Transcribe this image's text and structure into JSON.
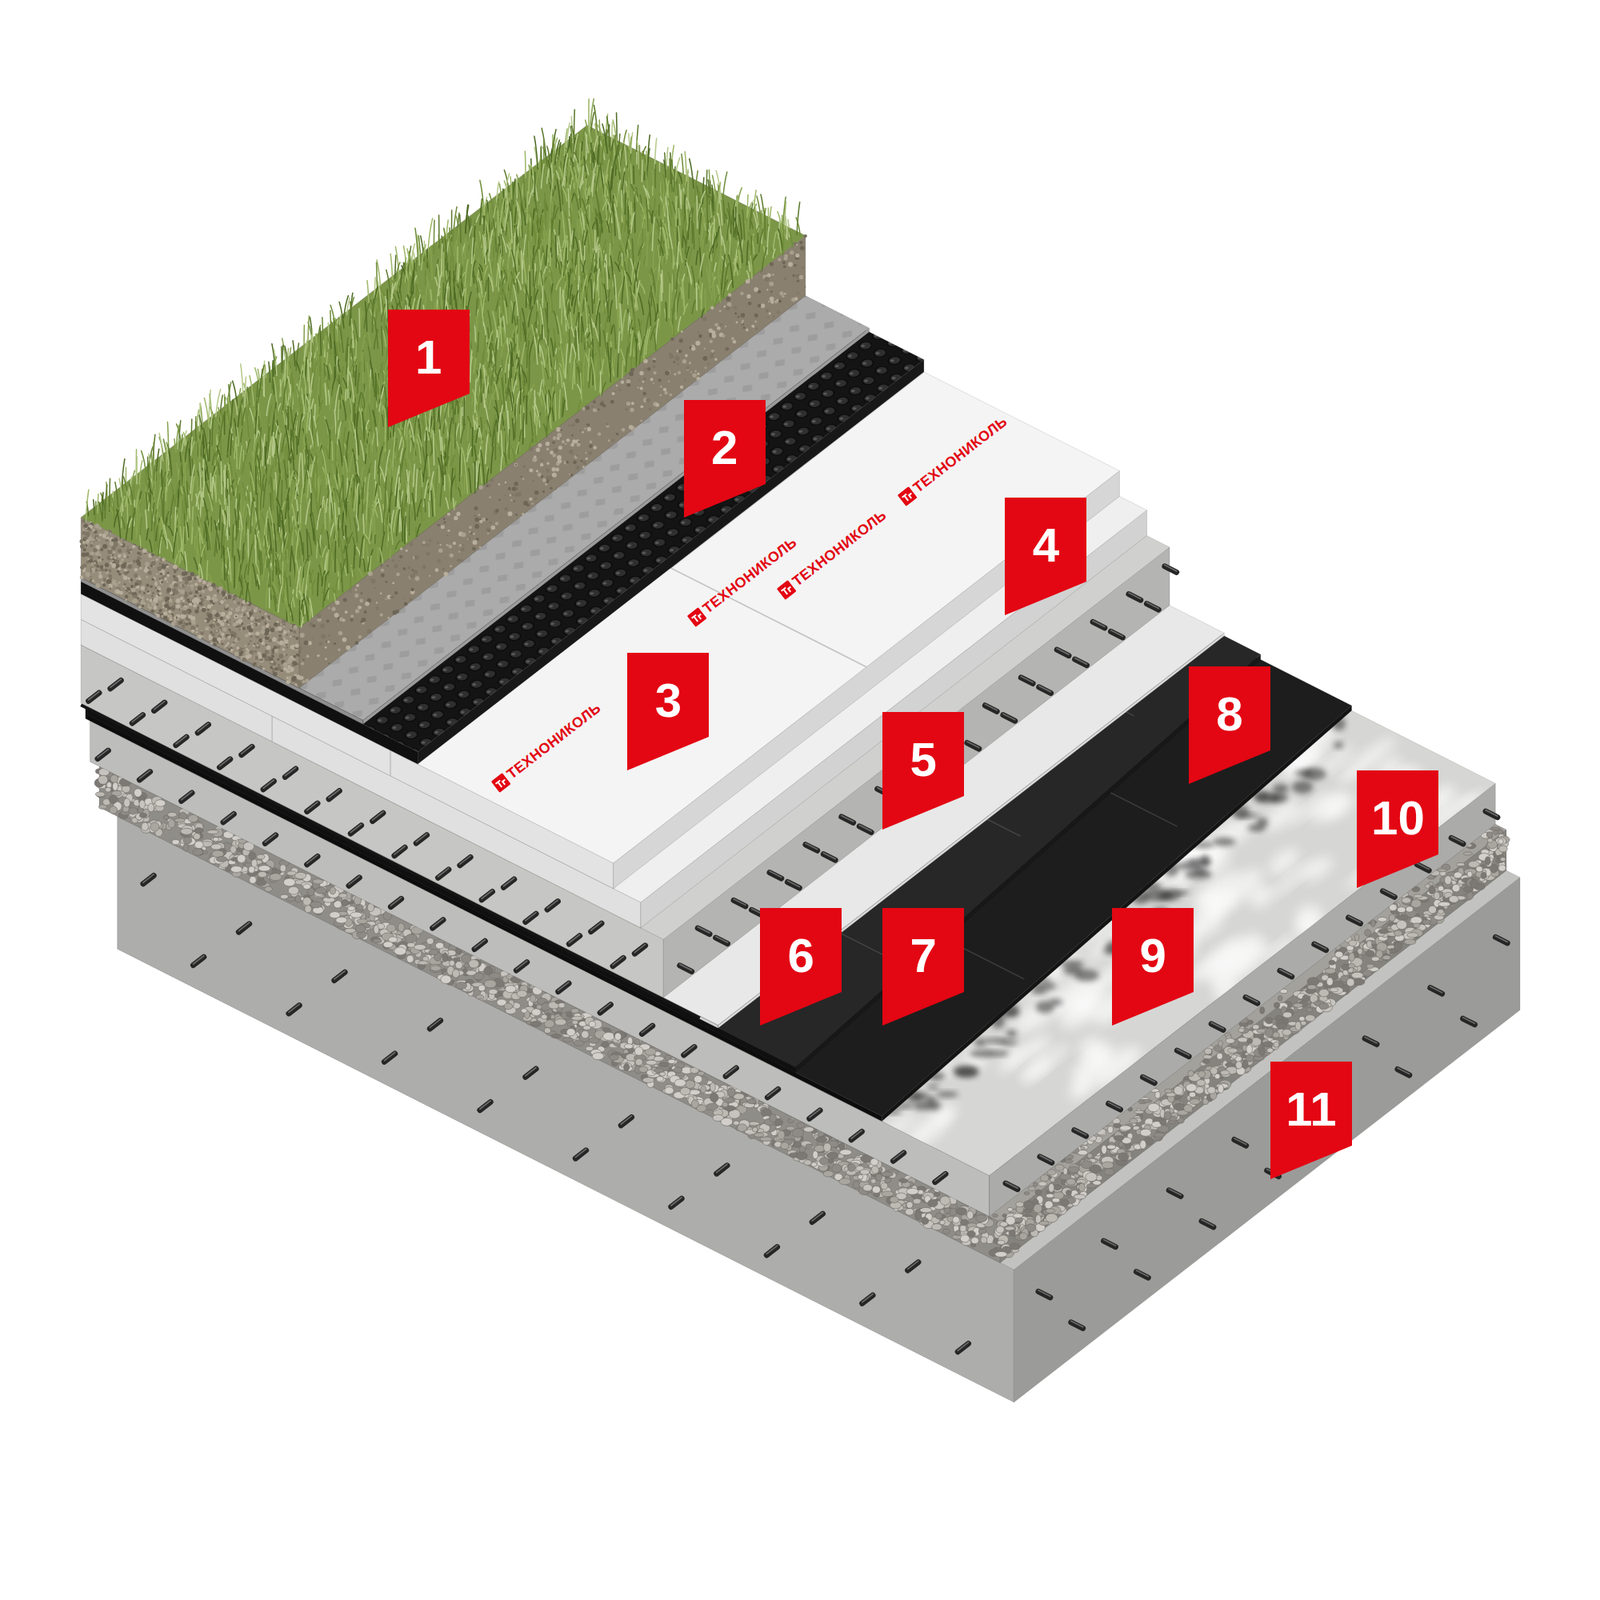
{
  "diagram": {
    "labels": [
      "1",
      "2",
      "3",
      "4",
      "5",
      "6",
      "7",
      "8",
      "9",
      "10",
      "11",
      "ТЕХНОНИКОЛЬ",
      "ТЕХНОНИКОЛЬ",
      "ТЕХНОНИКОЛЬ",
      "ТЕХНОНИКОЛЬ"
    ]
  }
}
